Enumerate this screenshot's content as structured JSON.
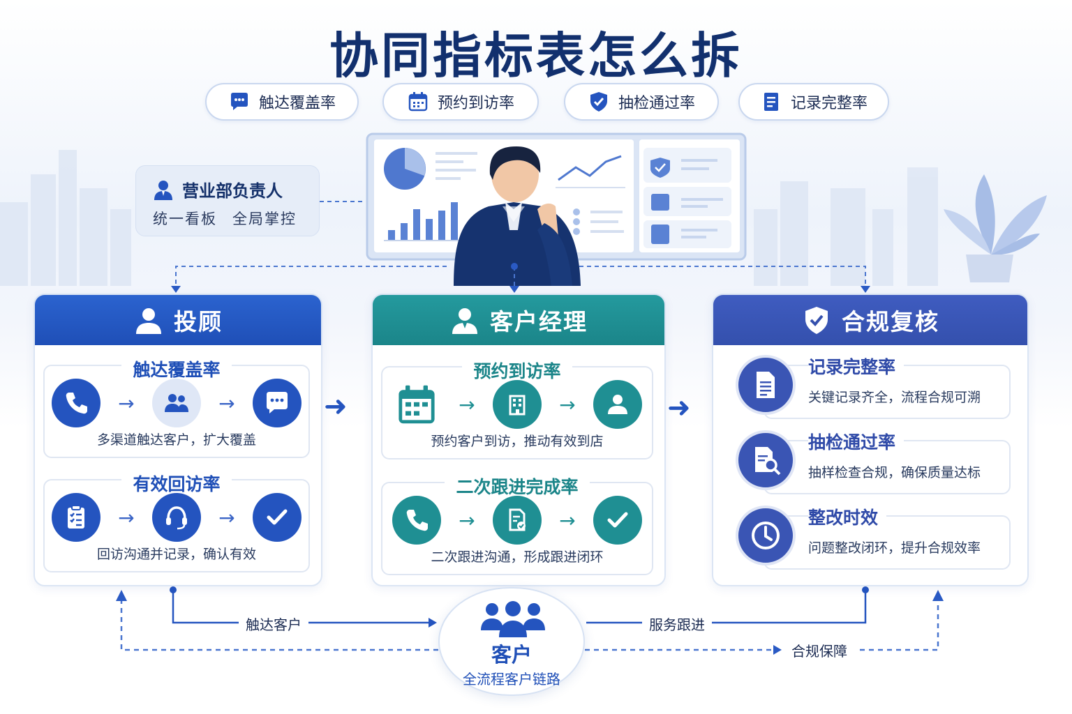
{
  "title": "协同指标表怎么拆",
  "pills": [
    {
      "icon": "chat-bubble-icon",
      "label": "触达覆盖率"
    },
    {
      "icon": "calendar-icon",
      "label": "预约到访率"
    },
    {
      "icon": "shield-check-icon",
      "label": "抽检通过率"
    },
    {
      "icon": "document-icon",
      "label": "记录完整率"
    }
  ],
  "lead": {
    "title": "营业部负责人",
    "sub1": "统一看板",
    "sub2": "全局掌控"
  },
  "columns": {
    "advisor": {
      "title": "投顾",
      "color": "#2454bf",
      "blocks": [
        {
          "title": "触达覆盖率",
          "icons": [
            "phone-icon",
            "users-icon",
            "chat-bubble-icon"
          ],
          "desc": "多渠道触达客户，扩大覆盖"
        },
        {
          "title": "有效回访率",
          "icons": [
            "clipboard-icon",
            "headset-icon",
            "check-icon"
          ],
          "desc": "回访沟通并记录，确认有效"
        }
      ]
    },
    "manager": {
      "title": "客户经理",
      "color": "#1f8f93",
      "blocks": [
        {
          "title": "预约到访率",
          "icons": [
            "calendar-icon",
            "building-icon",
            "user-icon"
          ],
          "desc": "预约客户到访，推动有效到店"
        },
        {
          "title": "二次跟进完成率",
          "icons": [
            "phone-icon",
            "document-check-icon",
            "check-icon"
          ],
          "desc": "二次跟进沟通，形成跟进闭环"
        }
      ]
    },
    "compliance": {
      "title": "合规复核",
      "color": "#3a55b4",
      "items": [
        {
          "icon": "document-icon",
          "title": "记录完整率",
          "desc": "关键记录齐全，流程合规可溯"
        },
        {
          "icon": "document-search-icon",
          "title": "抽检通过率",
          "desc": "抽样检查合规，确保质量达标"
        },
        {
          "icon": "clock-icon",
          "title": "整改时效",
          "desc": "问题整改闭环，提升合规效率"
        }
      ]
    }
  },
  "customer": {
    "title": "客户",
    "sub": "全流程客户链路"
  },
  "flows": {
    "reach": "触达客户",
    "service": "服务跟进",
    "compliance": "合规保障"
  }
}
